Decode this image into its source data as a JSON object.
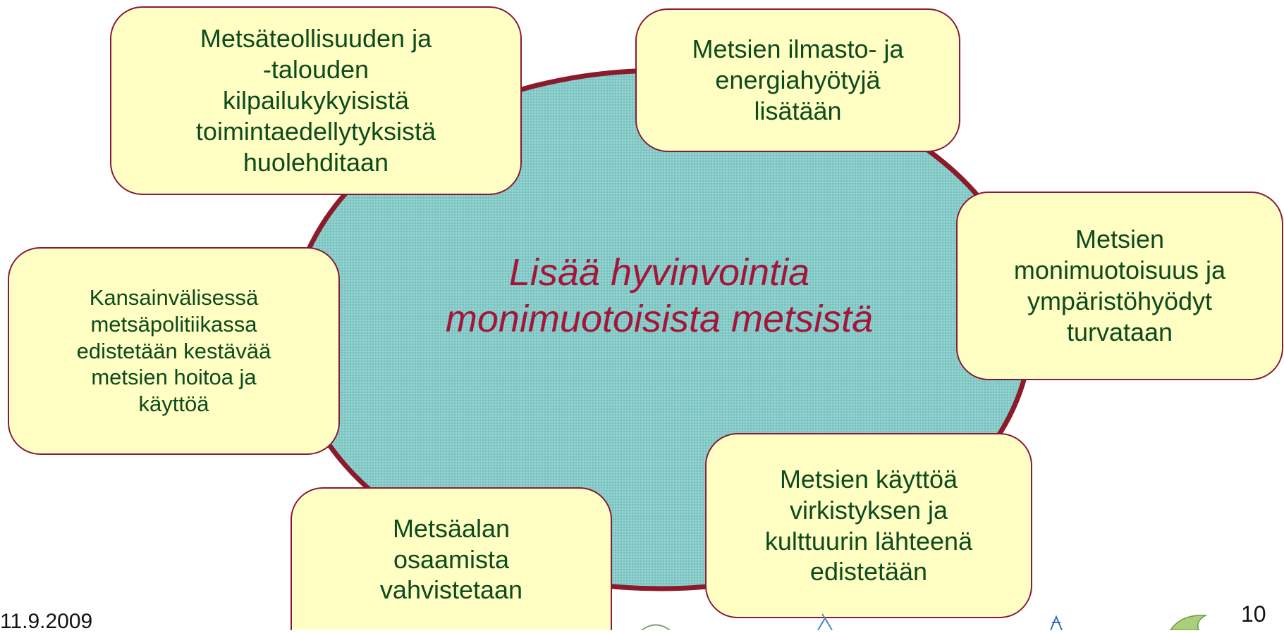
{
  "center": {
    "text": "Lisää hyvinvointia\nmonimuotoisista metsistä"
  },
  "boxes": {
    "competitiveness": "Metsäteollisuuden ja\n-talouden\nkilpailukykyisistä\ntoimintaedellytyksistä\nhuolehditaan",
    "climate": "Metsien ilmasto- ja\nenergiahyötyjä\nlisätään",
    "biodiversity": "Metsien\nmonimuotoisuus ja\nympäristöhyödyt\nturvataan",
    "recreation": "Metsien käyttöä\nvirkistyksen ja\nkulttuurin lähteenä\nedistetään",
    "expertise": "Metsäalan\nosaamista\nvahvistetaan",
    "international": "Kansainvälisessä\nmetsäpolitiikassa\nedistetään kestävää\nmetsien hoitoa ja\nkäyttöä"
  },
  "footer": {
    "date": "11.9.2009",
    "page_number": "10"
  },
  "colors": {
    "ellipse_fill": "#8ccfcc",
    "ellipse_border": "#8b1a2a",
    "box_fill": "#ffffc4",
    "box_text": "#0d4a1c",
    "center_text": "#a3163a"
  }
}
